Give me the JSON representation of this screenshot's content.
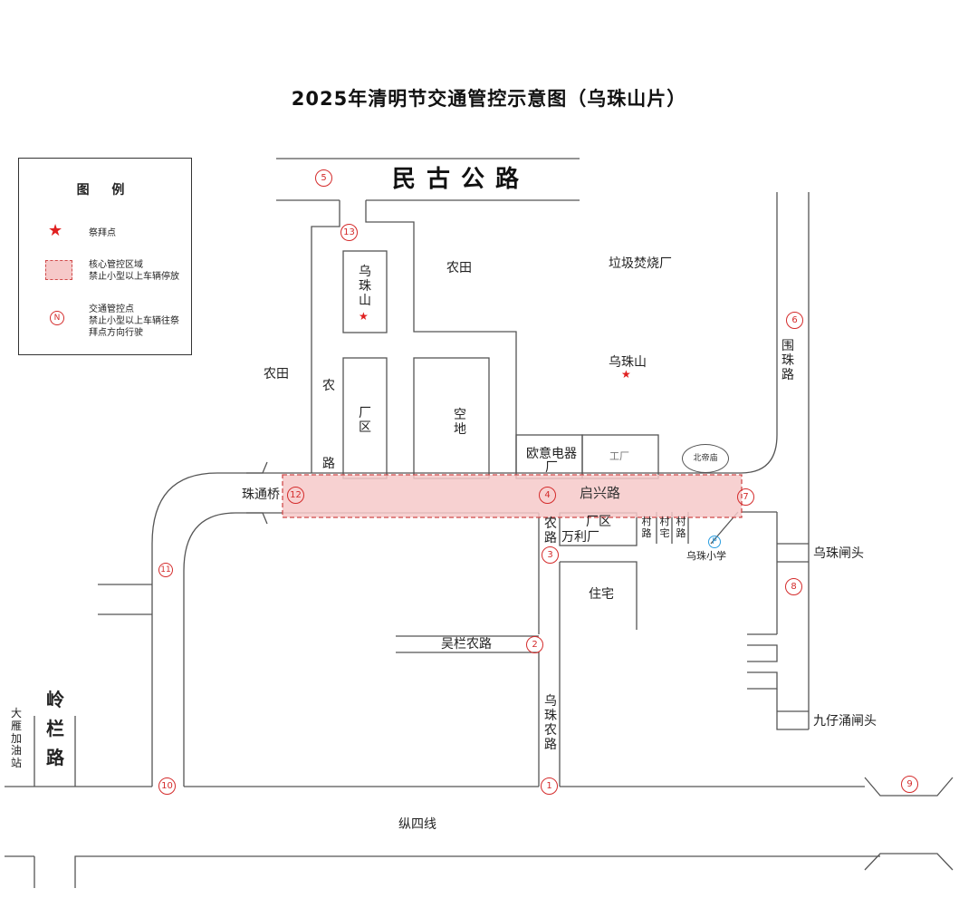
{
  "title": "2025年清明节交通管控示意图（乌珠山片）",
  "legend": {
    "heading": "图 例",
    "star_label": "祭拜点",
    "zone_label": "核心管控区域\n禁止小型以上车辆停放",
    "point_symbol": "N",
    "point_label": "交通管控点\n禁止小型以上车辆往祭\n拜点方向行驶"
  },
  "roads": {
    "minggu": "民古公路",
    "qixing": "启兴路",
    "zhutongqiao": "珠通桥",
    "wulannong": "吴栏农路",
    "wuzhunong": "乌珠农路",
    "zongsi": "纵四线",
    "linglan": "岭栏路",
    "weizhu": "围珠路",
    "nonglu_left": "农路",
    "nonglu_right": "农路",
    "cunlu_1": "村路",
    "cunlu_2": "村路",
    "cunzhai": "村宅"
  },
  "places": {
    "nongtian_top": "农田",
    "nongtian_left": "农田",
    "incinerator": "垃圾焚烧厂",
    "wuzhushan_right": "乌珠山",
    "wuzhushan_box": "乌珠山",
    "changqu_1": "厂区",
    "kongdi": "空地",
    "ouyi": "欧意电器厂",
    "gongchang": "工厂",
    "beidimiao": "北帝庙",
    "changqu_2": "厂区",
    "wanli": "万利厂",
    "wuzhu_school": "乌珠小学",
    "zhuzhai": "住宅",
    "wuzhu_zhatou": "乌珠闸头",
    "jiuzai_zhatou": "九仔涌闸头",
    "dayan_station": "大雁加油站"
  },
  "control_points": [
    "1",
    "2",
    "3",
    "4",
    "5",
    "6",
    "7",
    "8",
    "9",
    "10",
    "11",
    "12",
    "13"
  ],
  "parking_symbol": "P",
  "colors": {
    "zone_fill": "#f6c9c9",
    "zone_border": "#d04a4a",
    "control_red": "#d42b2b",
    "star_red": "#e02020",
    "parking_blue": "#2a9de0",
    "road_line": "#555555"
  }
}
